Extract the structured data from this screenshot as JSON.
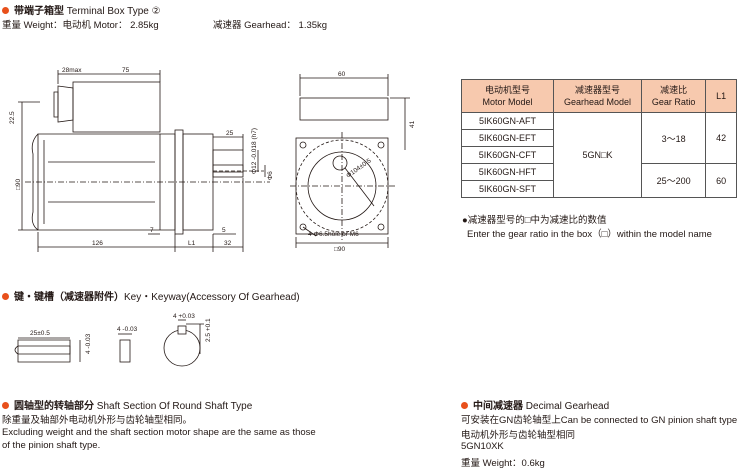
{
  "terminal_box": {
    "title_cn": "带端子箱型",
    "title_en": "Terminal Box Type ②",
    "weight_line": "重量 Weight：电动机 Motor： 2.85kg",
    "gearhead_line": "减速器 Gearhead： 1.35kg"
  },
  "drawing_labels": {
    "d28max": "28max",
    "d75": "75",
    "d22_5": "22.5",
    "d90_side": "□90",
    "d25": "25",
    "d12h7": "Φ12 -0.018 (h7)",
    "d6": "Φ6",
    "d7": "7",
    "l1": "L1",
    "d5": "5",
    "d126": "126",
    "d32": "32",
    "d60": "60",
    "d41": "41",
    "d104": "Φ104±0.5",
    "hole": "4-Φ6.5hole or M6",
    "d90_front": "□90"
  },
  "table": {
    "headers": [
      {
        "cn": "电动机型号",
        "en": "Motor Model"
      },
      {
        "cn": "减速器型号",
        "en": "Gearhead Model"
      },
      {
        "cn": "减速比",
        "en": "Gear Ratio"
      },
      {
        "cn": "L1",
        "en": ""
      }
    ],
    "motor_models": [
      "5IK60GN-AFT",
      "5IK60GN-EFT",
      "5IK60GN-CFT",
      "5IK60GN-HFT",
      "5IK60GN-SFT"
    ],
    "gearhead_model": "5GN□K",
    "ratio_rows": [
      {
        "ratio": "3～18",
        "l1": "42"
      },
      {
        "ratio": "25～200",
        "l1": "60"
      }
    ],
    "note_cn": "●减速器型号的□中为减速比的数值",
    "note_en": "Enter the gear ratio in the box（□）within the model name"
  },
  "key_section": {
    "title_cn": "键・键槽（减速器附件）",
    "title_en": "Key・Keyway(Accessory Of Gearhead)",
    "labels": {
      "len": "25±0.5",
      "h4": "4 -0.03",
      "w4": "4 -0.03",
      "w4b": "4 +0.03",
      "d2_5": "2.5 +0.1"
    }
  },
  "round_shaft": {
    "title_cn": "圆轴型的转轴部分",
    "title_en": "Shaft Section Of Round Shaft Type",
    "line1": "除重量及轴部外电动机外形与齿轮轴型相同。",
    "line2": "Excluding weight and the shaft section motor shape are the same as those",
    "line3": "of the pinion shaft type."
  },
  "decimal_gearhead": {
    "title_cn": "中间减速器",
    "title_en": "Decimal Gearhead",
    "line1": "可安装在GN齿轮轴型上Can be connected to GN pinion shaft type",
    "line2": "电动机外形与齿轮轴型相同",
    "line3": "5GN10XK",
    "line4": "重量 Weight：0.6kg"
  },
  "colors": {
    "accent": "#e8501b",
    "table_header": "#f7c9ae"
  }
}
